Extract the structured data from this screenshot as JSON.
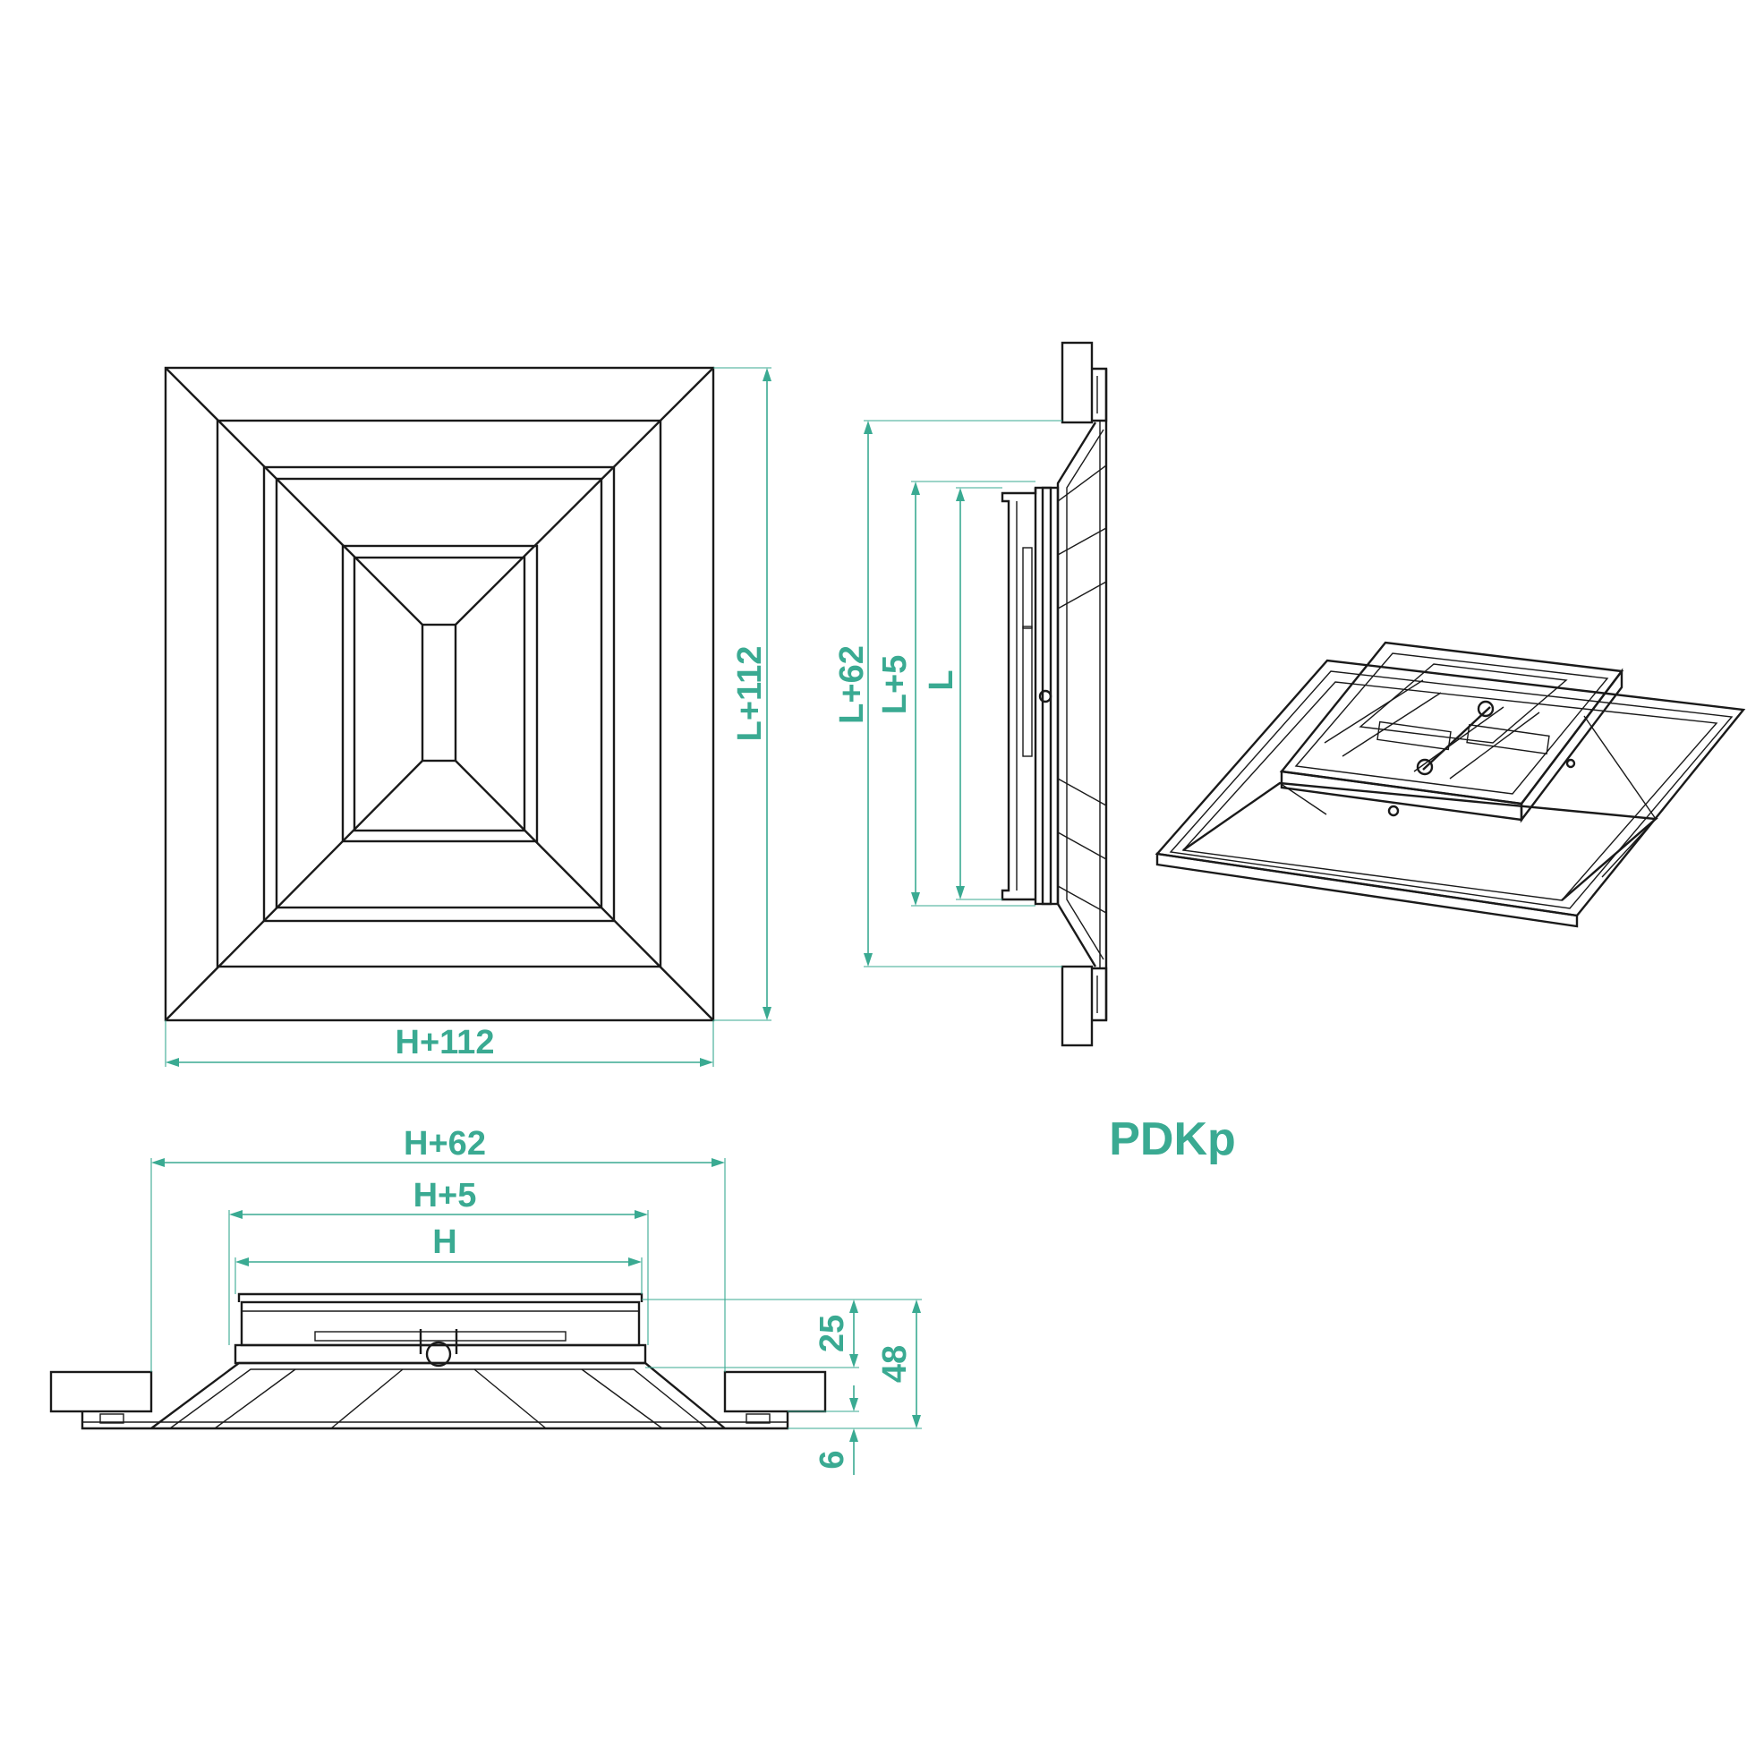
{
  "product": {
    "title": "PDKp"
  },
  "front_view": {
    "width_label": "H+112",
    "height_label": "L+112"
  },
  "side_view": {
    "outer_label": "L+62",
    "mid_label": "L+5",
    "inner_label": "L"
  },
  "bottom_view": {
    "outer_label": "H+62",
    "mid_label": "H+5",
    "inner_label": "H",
    "neck_height_label": "25",
    "total_height_label": "48",
    "flange_label": "6"
  },
  "colors": {
    "dimension": "#3aaa92",
    "line": "#1a1a1a",
    "hatch": "#9a9a9a"
  }
}
